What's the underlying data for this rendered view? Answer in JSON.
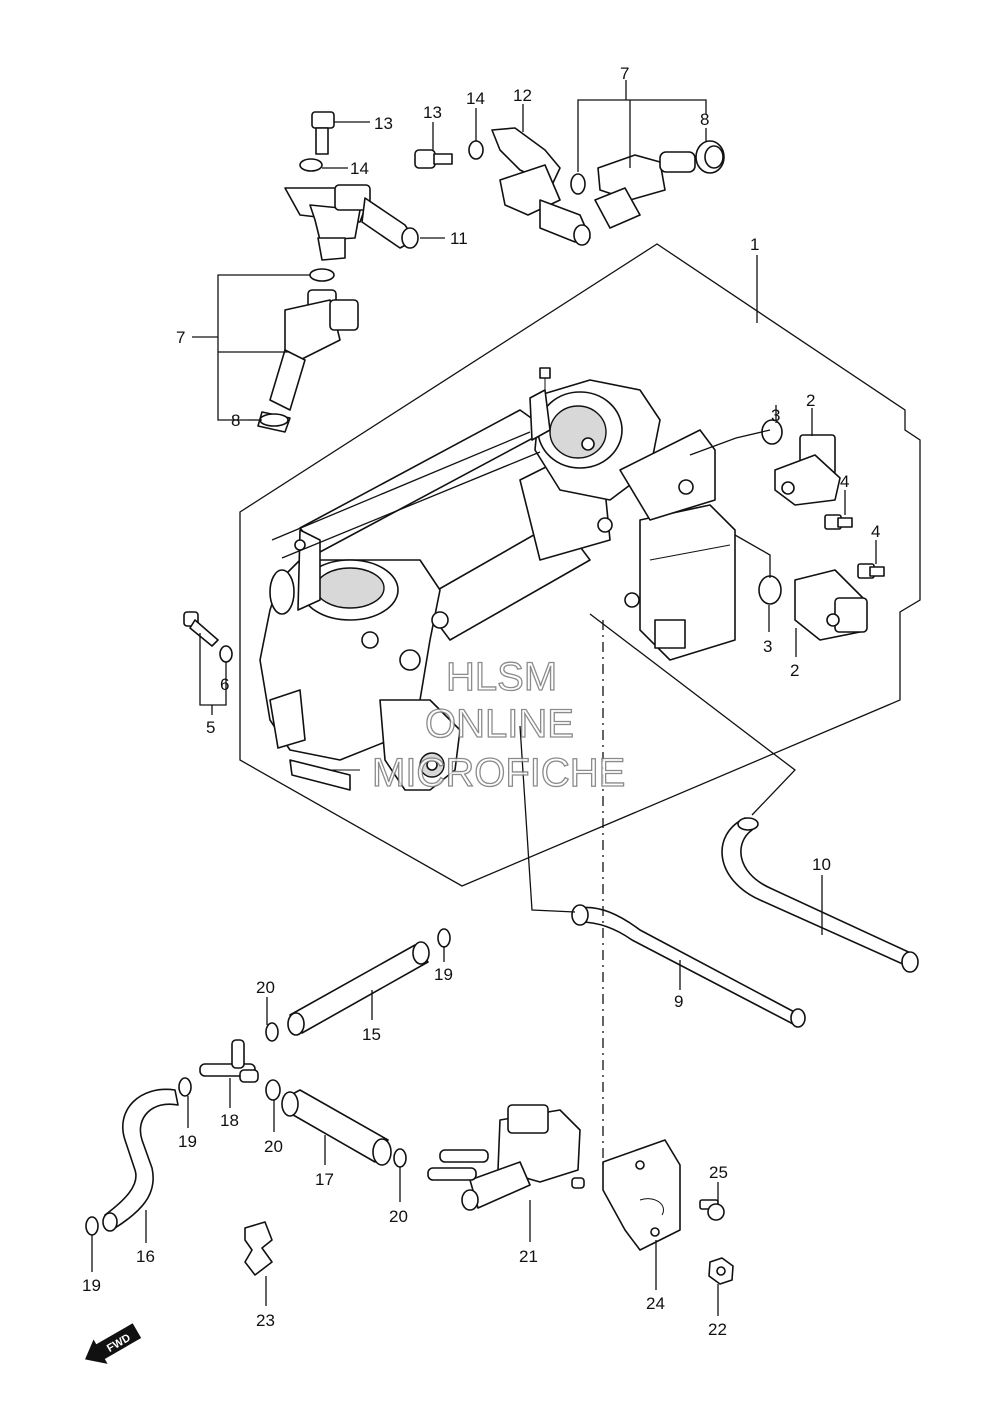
{
  "diagram": {
    "callouts": [
      "1",
      "2",
      "2",
      "3",
      "3",
      "4",
      "4",
      "5",
      "6",
      "7",
      "7",
      "8",
      "8",
      "9",
      "10",
      "11",
      "12",
      "13",
      "13",
      "14",
      "14",
      "15",
      "16",
      "17",
      "18",
      "19",
      "19",
      "19",
      "20",
      "20",
      "20",
      "21",
      "22",
      "23",
      "24",
      "25"
    ]
  },
  "watermark": {
    "line1": "HLSM",
    "line2": "ONLINE",
    "line3": "MICROFICHE"
  },
  "direction_badge": {
    "text": "FWD"
  }
}
